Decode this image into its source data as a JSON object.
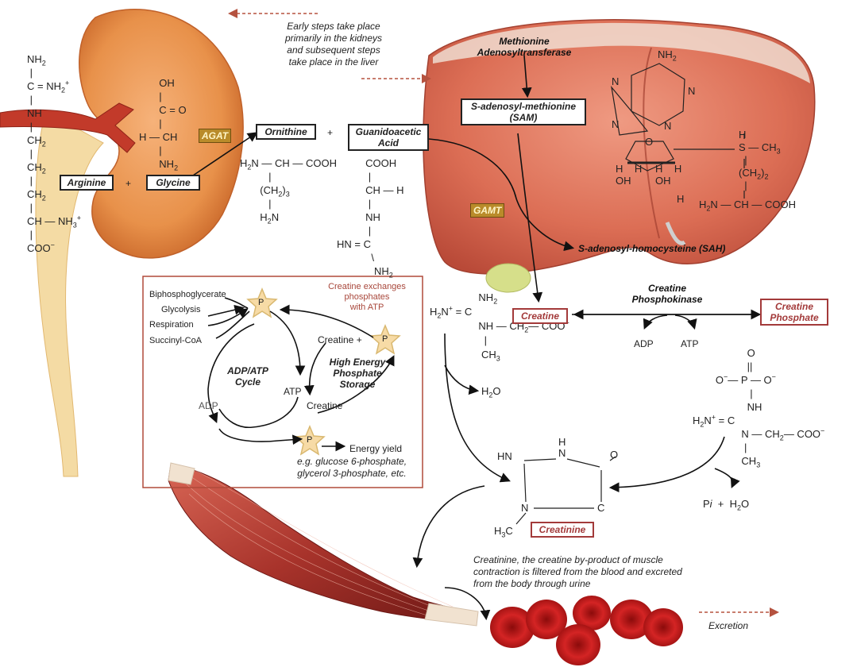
{
  "notes": {
    "early_steps": [
      "Early steps take place",
      "primarily in the kidneys",
      "and subsequent steps",
      "take place in the liver"
    ],
    "creatine_exchange": [
      "Creatine exchanges",
      "phosphates",
      "with ATP"
    ],
    "creatinine_note": [
      "Creatinine, the creatine by-product of muscle",
      "contraction is filtered from the blood and excreted",
      "from the body through urine"
    ],
    "excretion": "Excretion",
    "energy_examples": [
      "e.g. glucose 6-phosphate,",
      "glycerol 3-phosphate, etc."
    ]
  },
  "enzymes": {
    "agat": "AGAT",
    "gamt": "GAMT",
    "mat": [
      "Methionine",
      "Adenosyltransferase"
    ],
    "ck": [
      "Creatine",
      "Phosphokinase"
    ]
  },
  "compounds": {
    "arginine": "Arginine",
    "glycine": "Glycine",
    "ornithine": "Ornithine",
    "guanidoacetic": [
      "Guanidoacetic",
      "Acid"
    ],
    "sam": [
      "S-adenosyl-methionine",
      "(SAM)"
    ],
    "sah": "S-adenosyl-homocysteine (SAH)",
    "creatine": "Creatine",
    "creatine_phosphate": [
      "Creatine",
      "Phosphate"
    ],
    "creatinine": "Creatinine"
  },
  "cycle": {
    "inputs": [
      "Biphosphoglycerate",
      "Glycolysis",
      "Respiration",
      "Succinyl-CoA"
    ],
    "adp_atp_cycle": [
      "ADP/ATP",
      "Cycle"
    ],
    "storage": [
      "High Energy",
      "Phosphate",
      "Storage"
    ],
    "creatine_plus": "Creatine +",
    "atp": "ATP",
    "adp": "ADP",
    "creatine": "Creatine",
    "energy_yield": "Energy yield",
    "p": "P"
  },
  "reaction_labels": {
    "adp": "ADP",
    "atp": "ATP",
    "plus": "+",
    "h2o": "H2O",
    "pi_h2o": "Pi + H2O"
  },
  "colors": {
    "kidney": "#e8914a",
    "liver": "#d9694f",
    "muscle": "#a8332b",
    "rbc": "#c81e1e",
    "accent_red": "#a33a3a",
    "enzyme_gold": "#b98b2a"
  }
}
